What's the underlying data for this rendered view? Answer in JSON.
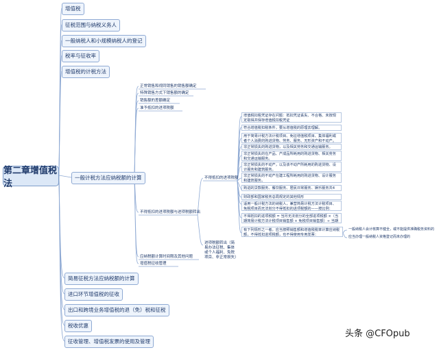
{
  "root": "第二章增值税法",
  "top_topics": [
    "增值税",
    "征税范围与纳税义务人",
    "一般纳税人和小规模纳税人的登记",
    "税率与征收率",
    "增值税的计税方法"
  ],
  "main_topic": "一般计税方法应纳税额的计算",
  "bottom_topics": [
    "简易征税方法应纳税额的计算",
    "进口环节增值税的征收",
    "出口和跨境业务增值税的退（免）税和征税",
    "税收优惠",
    "征收管理、增值税发票的使用及管理"
  ],
  "sub_nodes": [
    "正常销售和视同销售的销售额确定",
    "特殊销售方式下销售额的确定",
    "销售额的差额确定",
    "准予抵扣的进项税额",
    "不得抵扣的进项税额与进项税额转出",
    "应纳税额计算时间限及其他问题",
    "增值税征收管理"
  ],
  "deduct_label": "不得抵扣的进项税额",
  "transfer_note": "进项税额转出（简易办法征税、集体或个人福利、免税项目、非正常损失）",
  "items": [
    "增值税扣税凭证存在问题：抵扣凭证丢失、不合格、未按规定取得并保存增值税扣税凭证",
    "符合增值税扣税条件，要从增值税的原理去理解。",
    "用于简易计税方法计税项目、免征增值税项目、集体福利或者个人消费的购进货物、劳务、服务、无形资产和不动产。",
    "非正常损失的购进货物，以及相关劳务和交通运输服务。",
    "非正常损失的在产品、产成品所耗用的购进货物、相关劳务和交通运输服务。",
    "非正常损失的不动产，以及该不动产所耗用的购进货物、设计服务和建筑服务。",
    "非正常损失的不动产在建工程所耗用的购进货物、设计服务和建筑服务。",
    "购进的贷款服务、餐饮服务、居民日常服务、娱乐服务共4项。",
    "财政部和国家税务总局规定的其他情形",
    "适用一般计税方法的纳税人，兼营简易计税方法计税项目、免税项目而无法划分不得抵扣的进项税额的——按比例：",
    "不得抵扣的进项税额 = 当月无法划分的全部进项税额 ×（当期简易计税方法计税项目销售额 + 免税项目销售额）÷ 当期全部销售额",
    "有下列情形之一者，应当按照销售额和增值税税率计算应纳税额，不得抵扣进项税额，也不得使用专用发票："
  ],
  "leaves": [
    "一般纳税人会计核算不健全，或不能提供准确税务资料的",
    "应当办理一般纳税人资格登记而未办理的"
  ],
  "watermark": "头条 @CFOpub"
}
